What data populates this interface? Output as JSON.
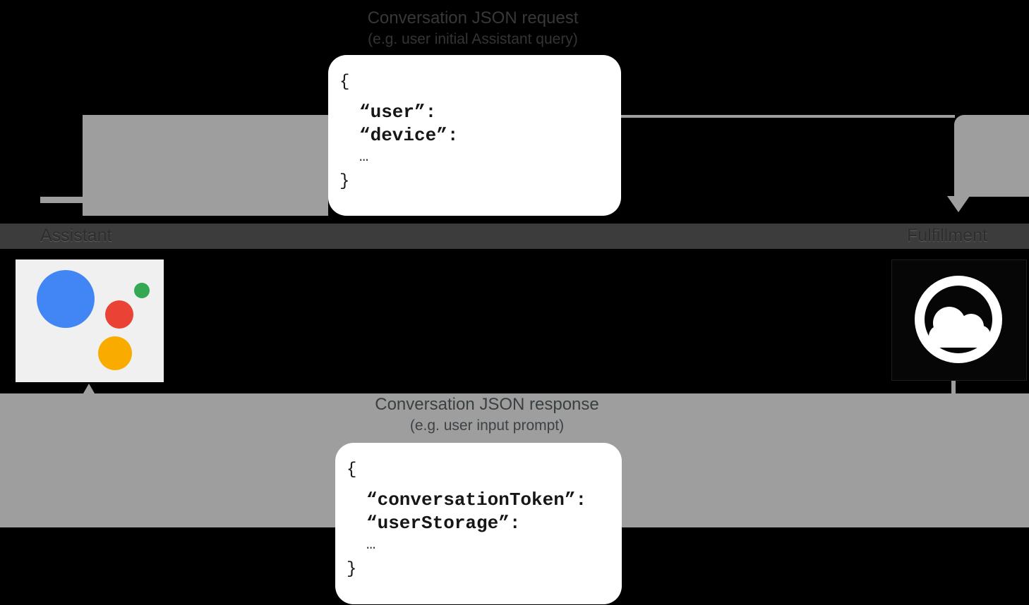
{
  "labels": {
    "request_title": "Conversation JSON request",
    "request_subtitle": "(e.g. user initial Assistant query)",
    "response_title": "Conversation JSON response",
    "response_subtitle": "(e.g. user input prompt)",
    "assistant": "Assistant",
    "fulfillment": "Fulfillment"
  },
  "request_json": {
    "open": "{",
    "key1": "“user”:",
    "key2": "“device”:",
    "ellipsis": "…",
    "close": "}"
  },
  "response_json": {
    "open": "{",
    "key1": "“conversationToken”:",
    "key2": "“userStorage”:",
    "ellipsis": "…",
    "close": "}"
  },
  "icons": {
    "assistant": "google-assistant-logo",
    "fulfillment": "cloud-in-circle-icon",
    "request_arrow": "arrow-down-icon",
    "response_arrow": "arrow-up-icon"
  },
  "colors": {
    "background": "#000000",
    "arrow_gray": "#9e9e9e",
    "divider_stripe": "#3c3c3c",
    "box_white": "#ffffff",
    "assistant_blue": "#4285f4",
    "assistant_green": "#34a853",
    "assistant_red": "#ea4335",
    "assistant_yellow": "#f9ab00"
  }
}
